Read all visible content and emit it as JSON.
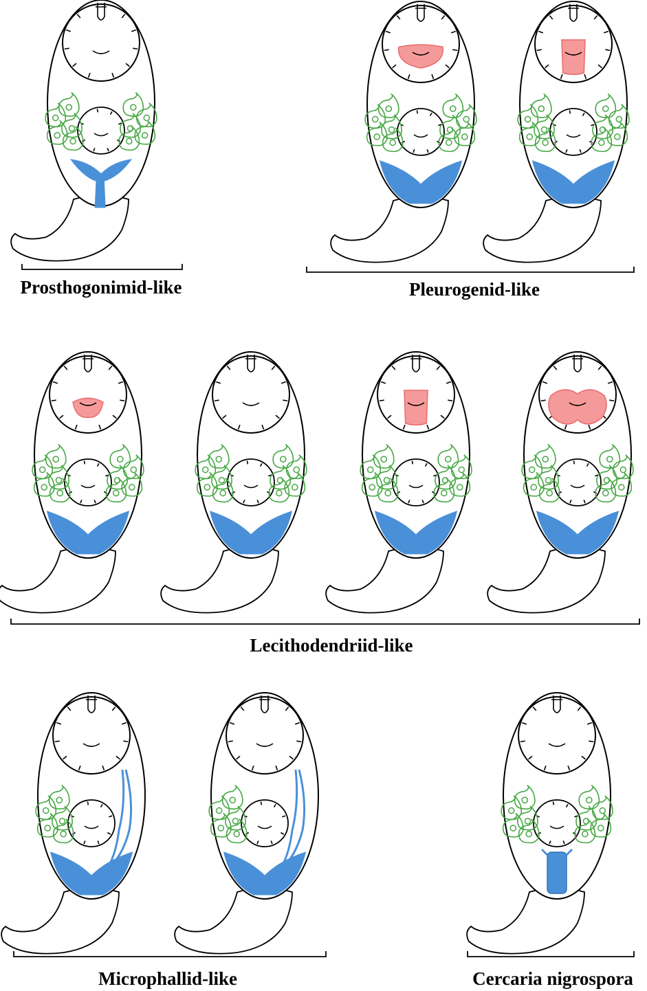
{
  "colors": {
    "outline": "#000000",
    "gland_green": "#46a843",
    "excretory_blue": "#4a90d9",
    "pharynx_red": "#e86a6a",
    "pharynx_fill": "#f59a9a"
  },
  "groups": [
    {
      "label": "Prosthogonimid-like"
    },
    {
      "label": "Pleurogenid-like"
    },
    {
      "label": "Lecithodendriid-like"
    },
    {
      "label": "Microphallid-like"
    },
    {
      "label": "Cercaria nigrospora"
    }
  ]
}
